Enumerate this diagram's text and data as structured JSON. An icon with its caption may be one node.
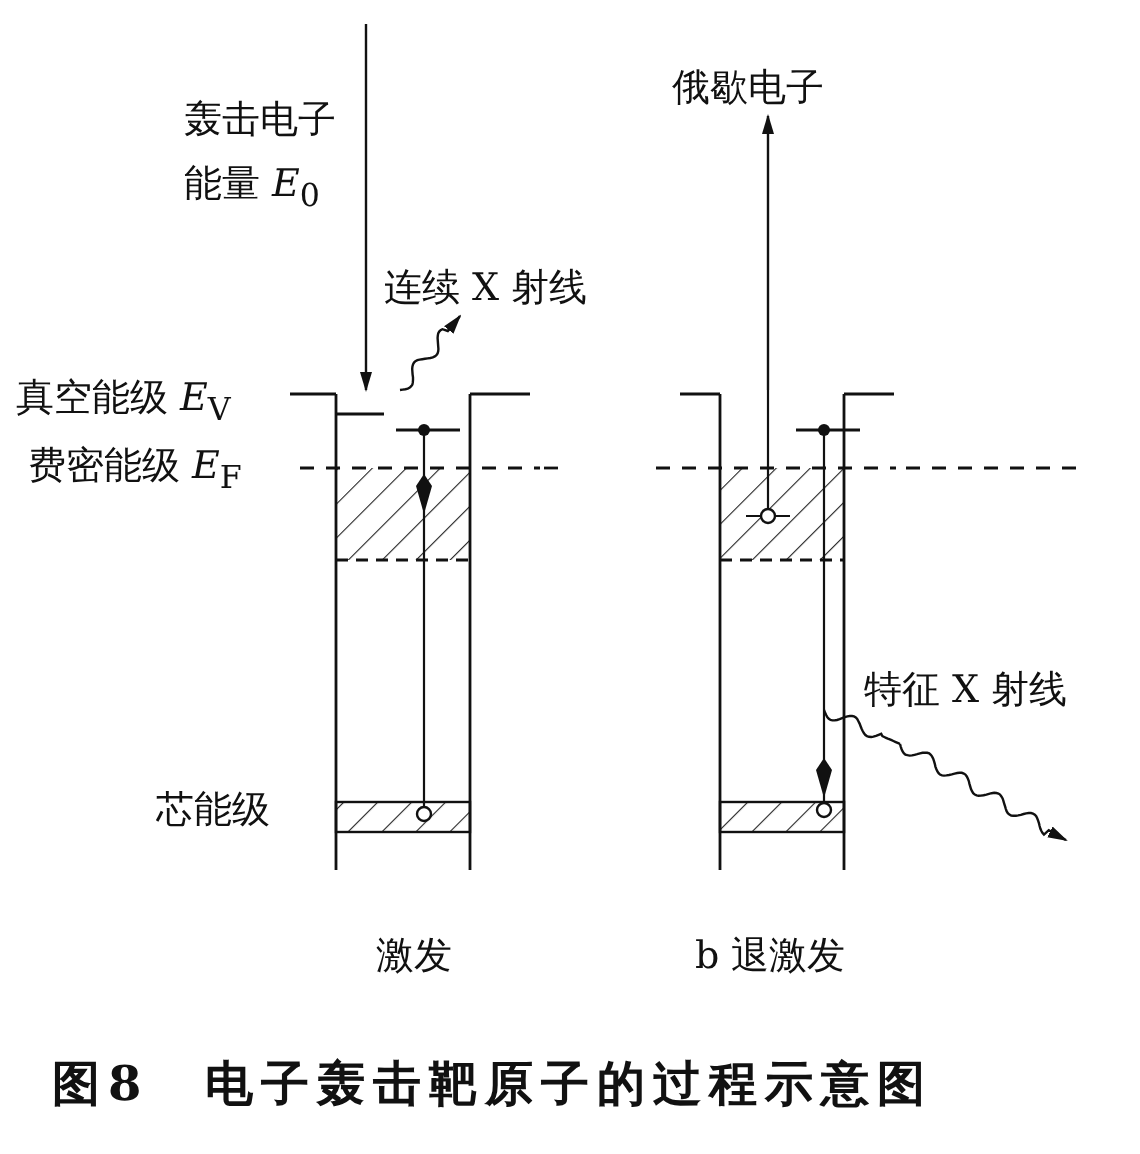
{
  "diagram": {
    "caption": "图8　电子轰击靶原子的过程示意图",
    "nodes": [
      {
        "text": [
          "激发"
        ]
      },
      {
        "text": [
          "b 退激发"
        ]
      },
      {
        "text": [
          "连续 X 射线"
        ]
      },
      {
        "text": [
          "俄歇电子"
        ]
      }
    ],
    "edges": [
      {
        "from": null,
        "to": 0,
        "arrow": "to"
      },
      {
        "from": 0,
        "to": 2,
        "arrow": "to"
      },
      {
        "from": 1,
        "to": 3,
        "arrow": "to"
      },
      {
        "from": 1,
        "to": null,
        "arrow": "to"
      }
    ],
    "labels": [
      "轰击电子能量 *E*$_{0}$",
      "真空能级 *E*$_{V}$",
      "费密能级 *E*$_{F}$",
      "芯能级",
      "特征 X 射线"
    ]
  }
}
